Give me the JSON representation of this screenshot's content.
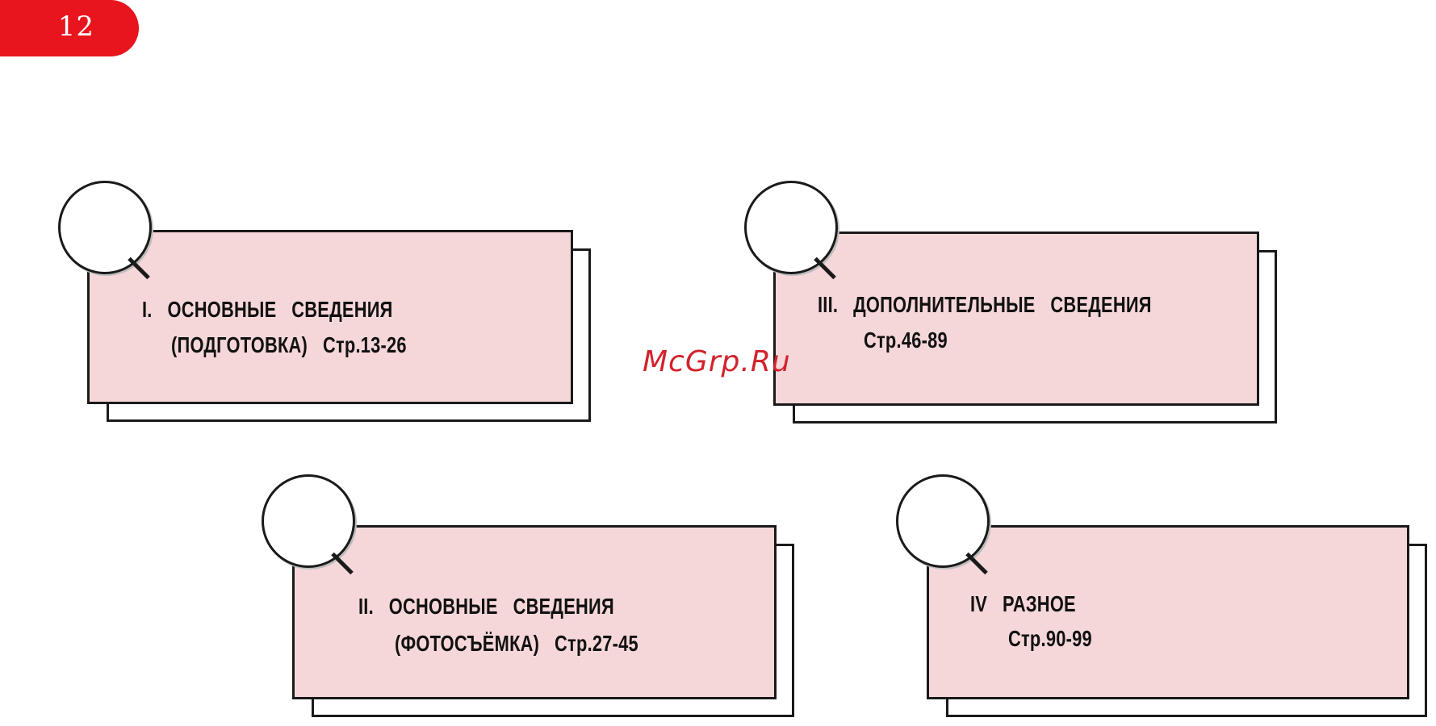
{
  "page_number": "12",
  "watermark": "McGrp.Ru",
  "sections": [
    {
      "line1": "I.   ОСНОВНЫЕ   СВЕДЕНИЯ",
      "line2": "(ПОДГОТОВКА)   Стр.13-26"
    },
    {
      "line1": "III.   ДОПОЛНИТЕЛЬНЫЕ   СВЕДЕНИЯ",
      "line2": "Стр.46-89"
    },
    {
      "line1": "II.   ОСНОВНЫЕ   СВЕДЕНИЯ",
      "line2": "(ФОТОСЪЁМКА)   Стр.27-45"
    },
    {
      "line1": "IV   РАЗНОЕ",
      "line2": "Стр.90-99"
    }
  ],
  "colors": {
    "tab_red": "#e8151e",
    "card_pink": "#f6d7d9",
    "outline": "#1a1a1a",
    "watermark_red": "#d2222c"
  },
  "icons": [
    "magnifier-icon",
    "magnifier-icon",
    "magnifier-icon",
    "magnifier-icon"
  ]
}
